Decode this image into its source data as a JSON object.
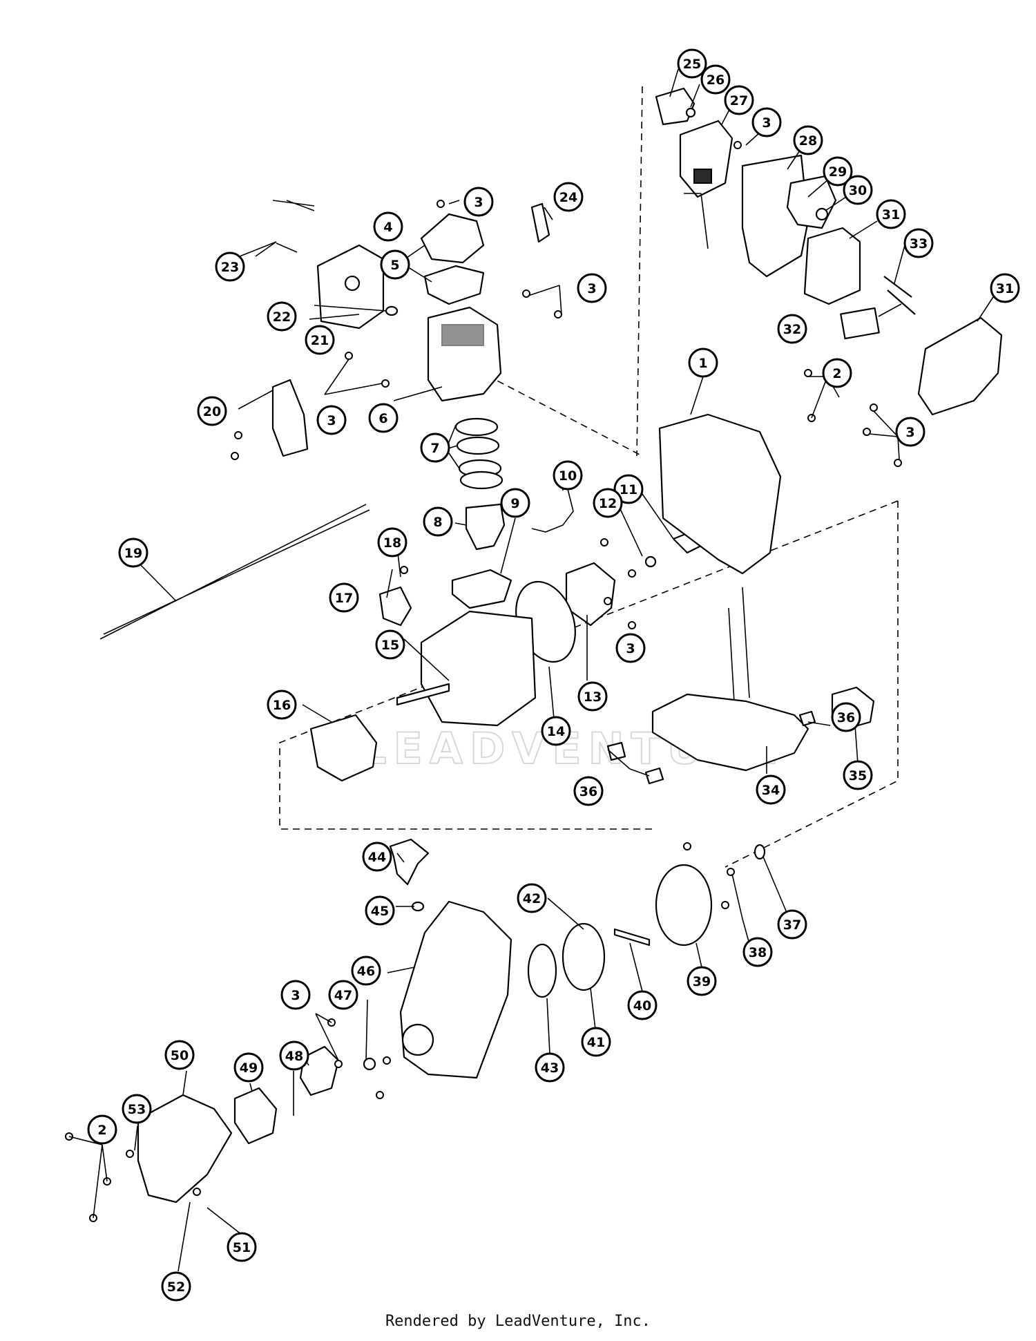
{
  "footer": "Rendered by LeadVenture, Inc.",
  "watermark": "LEADVENTURE",
  "callouts": [
    "1",
    "2",
    "3",
    "4",
    "5",
    "6",
    "7",
    "8",
    "9",
    "10",
    "11",
    "12",
    "13",
    "14",
    "15",
    "16",
    "17",
    "18",
    "19",
    "20",
    "21",
    "22",
    "23",
    "24",
    "25",
    "26",
    "27",
    "28",
    "29",
    "30",
    "31",
    "32",
    "33",
    "34",
    "35",
    "36",
    "37",
    "38",
    "39",
    "40",
    "41",
    "42",
    "43",
    "44",
    "45",
    "46",
    "47",
    "48",
    "49",
    "50",
    "51",
    "52",
    "53"
  ]
}
